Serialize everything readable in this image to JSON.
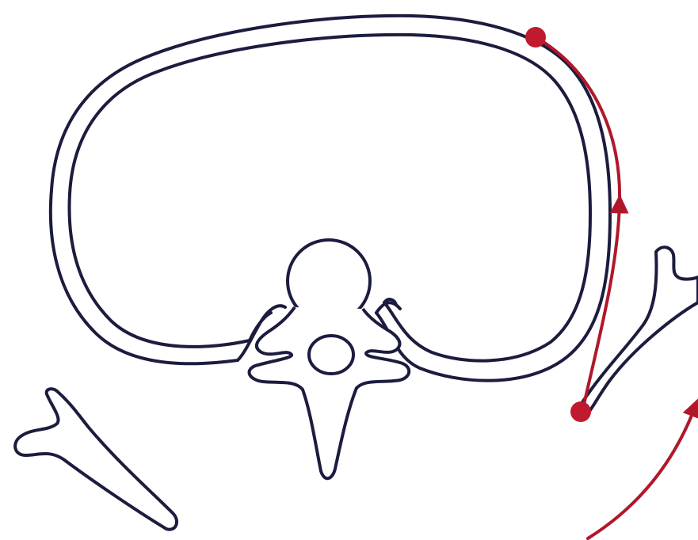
{
  "diagram": {
    "subject": "",
    "colors": {
      "background": "#ffffff",
      "outline": "#1b1c3e",
      "accent": "#b0182a"
    },
    "parts": [
      {
        "id": "thoracic-wall-outer-outline",
        "color": "outline"
      },
      {
        "id": "thoracic-wall-inner-outline",
        "color": "outline"
      },
      {
        "id": "vertebral-body",
        "color": "outline"
      },
      {
        "id": "vertebral-arch",
        "color": "outline"
      },
      {
        "id": "spinal-canal",
        "color": "outline"
      },
      {
        "id": "left-scapula",
        "color": "outline"
      },
      {
        "id": "right-scapula",
        "color": "outline"
      },
      {
        "id": "red-path-upper",
        "color": "accent"
      },
      {
        "id": "red-path-lower",
        "color": "accent"
      }
    ]
  }
}
